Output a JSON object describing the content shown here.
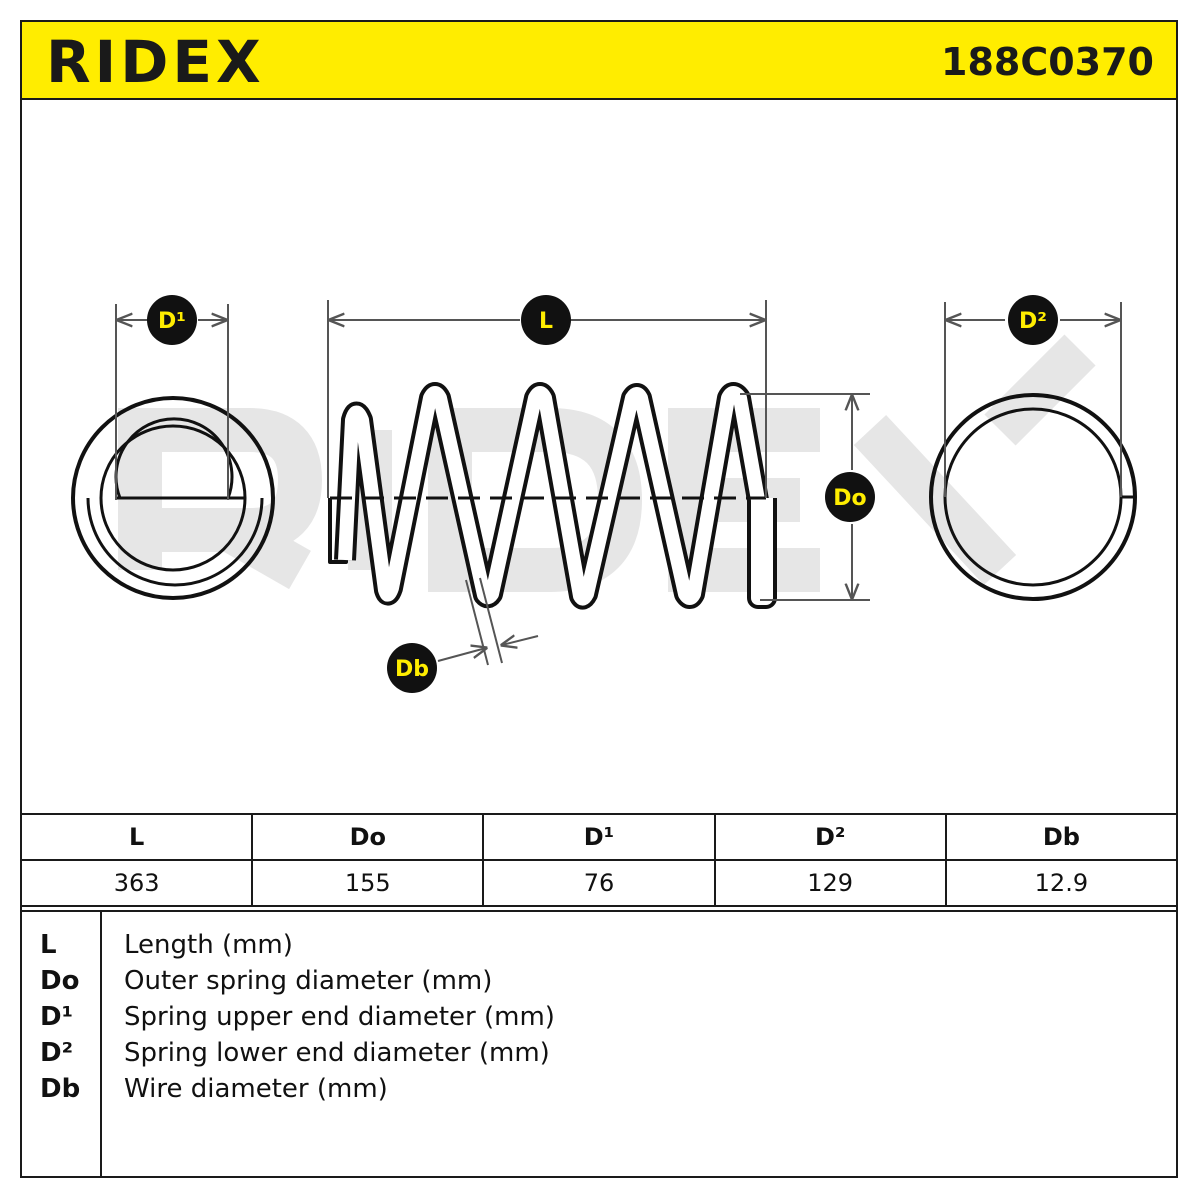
{
  "header": {
    "brand": "RIDEX",
    "part_number": "188C0370",
    "brand_color": "#ffed00"
  },
  "diagram": {
    "labels": {
      "d1": "D¹",
      "length": "L",
      "d2": "D²",
      "outer_diameter": "Do",
      "wire_diameter": "Db"
    },
    "watermark_icon": "ridex-watermark-logo",
    "spring_icon": "coil-spring-icon"
  },
  "specs": {
    "headers": [
      "L",
      "Do",
      "D¹",
      "D²",
      "Db"
    ],
    "values": [
      "363",
      "155",
      "76",
      "129",
      "12.9"
    ]
  },
  "legend": [
    {
      "key": "L",
      "desc": "Length (mm)"
    },
    {
      "key": "Do",
      "desc": "Outer spring diameter (mm)"
    },
    {
      "key": "D¹",
      "desc": "Spring upper end diameter (mm)"
    },
    {
      "key": "D²",
      "desc": "Spring lower end diameter (mm)"
    },
    {
      "key": "Db",
      "desc": "Wire diameter (mm)"
    }
  ]
}
